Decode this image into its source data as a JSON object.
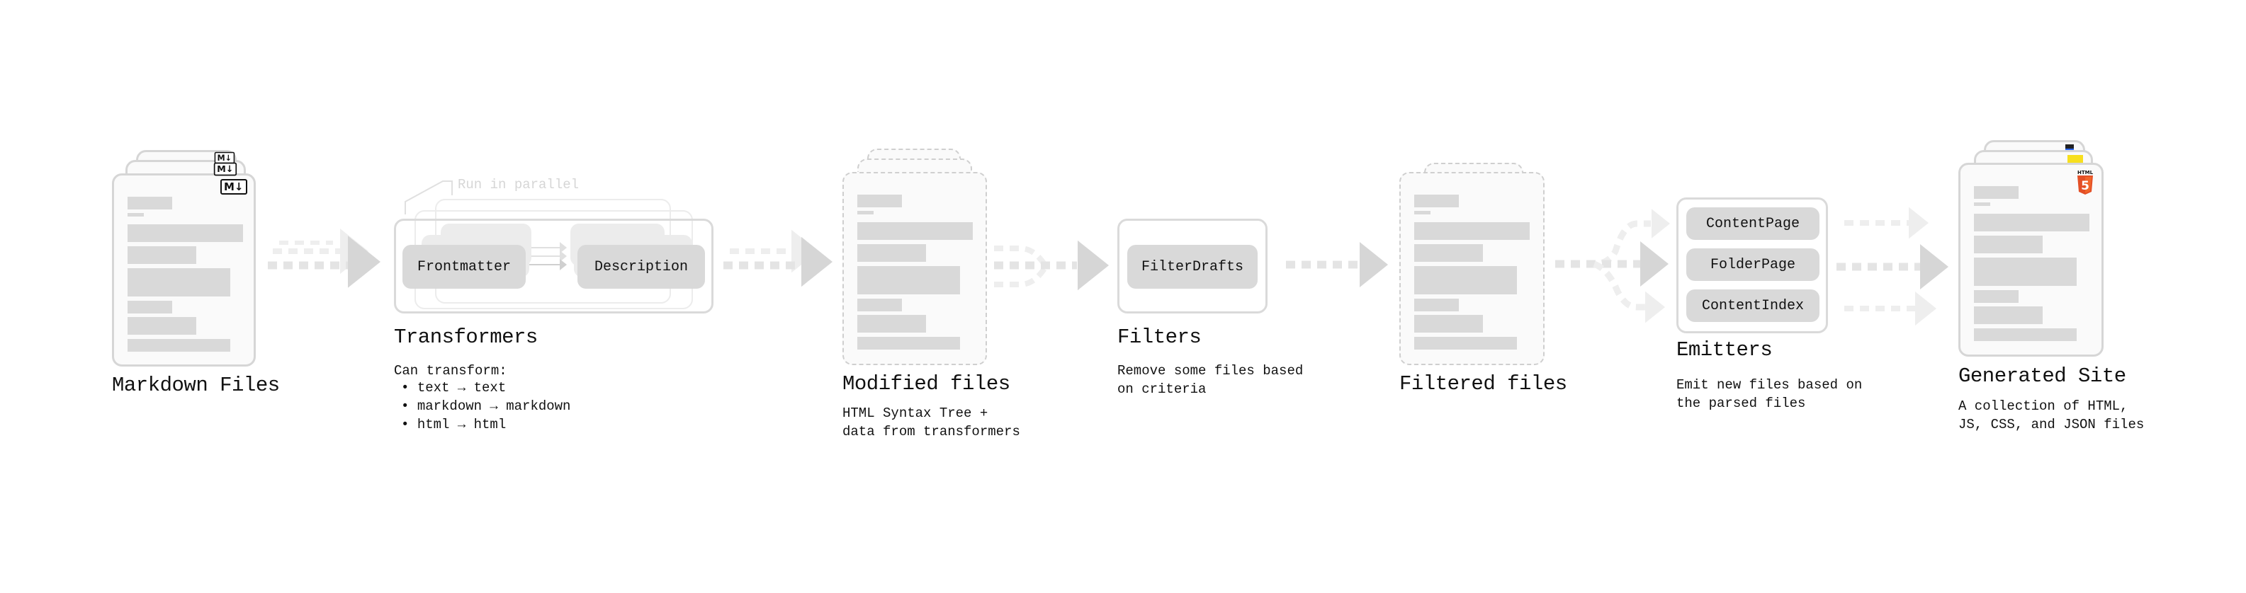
{
  "stages": {
    "markdown": {
      "title": "Markdown Files",
      "icon": "markdown-icon",
      "icon_text": "M↓"
    },
    "transformers": {
      "title": "Transformers",
      "parallel_label": "Run in parallel",
      "plugins": [
        "Frontmatter",
        "Description"
      ],
      "description": "Can transform:",
      "items": [
        "text → text",
        "markdown → markdown",
        "html → html"
      ]
    },
    "modified": {
      "title": "Modified files",
      "lines": [
        "HTML Syntax Tree +",
        "data from transformers"
      ]
    },
    "filters": {
      "title": "Filters",
      "plugins": [
        "FilterDrafts"
      ],
      "lines": [
        "Remove some files based",
        "on criteria"
      ]
    },
    "filtered": {
      "title": "Filtered files"
    },
    "emitters": {
      "title": "Emitters",
      "plugins": [
        "ContentPage",
        "FolderPage",
        "ContentIndex"
      ],
      "lines": [
        "Emit new files based on",
        "the parsed files"
      ]
    },
    "site": {
      "title": "Generated Site",
      "icon": "html5-icon",
      "icon_text": "HTML",
      "lines": [
        "A collection of HTML,",
        "JS, CSS, and JSON files"
      ]
    }
  },
  "colors": {
    "html5": "#e34f26",
    "js": "#f7df1e",
    "css": "#2965f1",
    "placeholder": "#d9d9d9",
    "arrow": "#d6d6d6"
  }
}
